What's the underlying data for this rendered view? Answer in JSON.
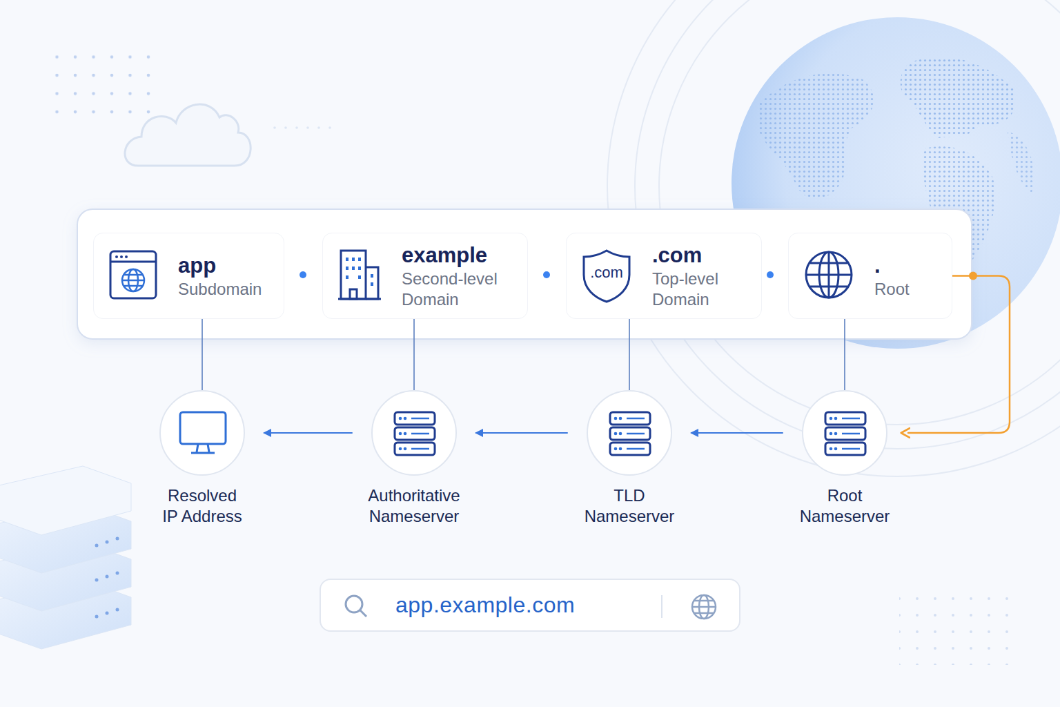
{
  "diagram": {
    "nodes": [
      {
        "text": [
          "app",
          "Subdomain"
        ]
      },
      {
        "text": [
          "example",
          "Second-level Domain"
        ]
      },
      {
        "text": [
          ".com",
          "Top-level Domain"
        ]
      },
      {
        "text": [
          ".com"
        ],
        "in": 2
      },
      {
        "text": [
          ".",
          "Root"
        ]
      },
      {
        "text": [
          "Resolved IP Address"
        ]
      },
      {
        "text": [
          "Authoritative Nameserver"
        ]
      },
      {
        "text": [
          "TLD Nameserver"
        ]
      },
      {
        "text": [
          "Root Nameserver"
        ]
      },
      {
        "text": [
          "app.example.com"
        ]
      }
    ],
    "edges": [
      {
        "from": 0,
        "to": 5,
        "arrow": "none"
      },
      {
        "from": 1,
        "to": 6,
        "arrow": "none"
      },
      {
        "from": 2,
        "to": 7,
        "arrow": "none"
      },
      {
        "from": 4,
        "to": 8,
        "arrow": "none"
      },
      {
        "from": 4,
        "to": 8,
        "arrow": "to"
      },
      {
        "from": 8,
        "to": 7,
        "arrow": "to"
      },
      {
        "from": 7,
        "to": 6,
        "arrow": "to"
      },
      {
        "from": 6,
        "to": 5,
        "arrow": "to"
      }
    ]
  }
}
